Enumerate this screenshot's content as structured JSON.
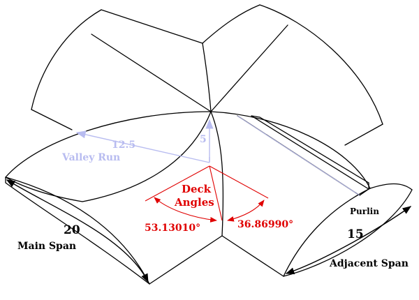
{
  "labels": {
    "main_span_value": "20",
    "main_span_label": "Main Span",
    "adjacent_span_value": "15",
    "adjacent_span_label": "Adjacent Span",
    "valley_run_value": "12.5",
    "valley_run_label": "Valley Run",
    "rise_value": "5",
    "deck_line1": "Deck",
    "deck_line2": "Angles",
    "angle_left": "53.13010°",
    "angle_right": "36.86990°",
    "purlin": "Purlin"
  },
  "colors": {
    "ink": "#000000",
    "faint_dimension": "#b8bcf0",
    "deck_angle_red": "#e00000"
  }
}
